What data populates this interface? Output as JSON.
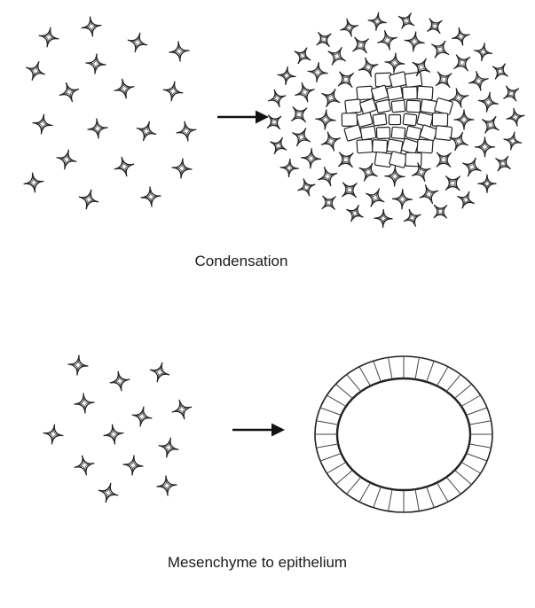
{
  "panels": [
    {
      "id": "condensation",
      "caption": "Condensation"
    },
    {
      "id": "mesenchyme-to-epithelium",
      "caption": "Mesenchyme to epithelium"
    }
  ]
}
